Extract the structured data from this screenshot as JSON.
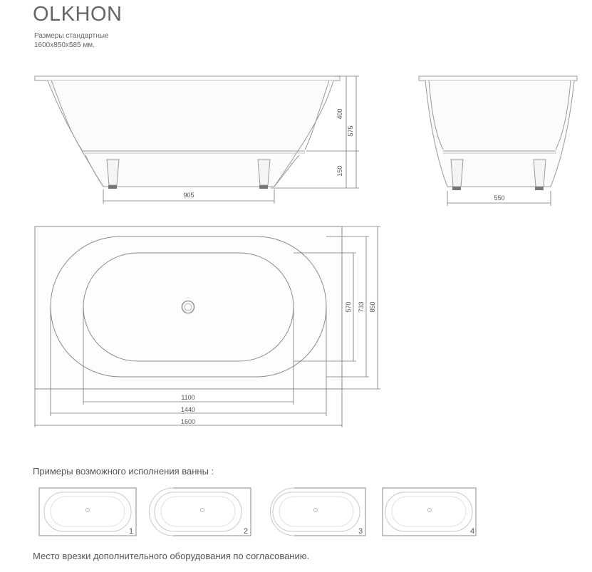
{
  "model": "OLKHON",
  "subtitle_line1": "Размеры стандартные",
  "subtitle_line2": "1600x850x585 мм.",
  "dimensions": {
    "side_height_inner": "400",
    "side_height_total": "575",
    "side_leg_height": "150",
    "side_leg_spacing": "905",
    "end_leg_spacing": "550",
    "plan_inner_width": "570",
    "plan_rim_width": "733",
    "plan_total_width": "850",
    "plan_inner_length": "1100",
    "plan_rim_length": "1440",
    "plan_total_length": "1600"
  },
  "examples_heading": "Примеры возможного исполнения ванны :",
  "variants": [
    {
      "number": "1"
    },
    {
      "number": "2"
    },
    {
      "number": "3"
    },
    {
      "number": "4"
    }
  ],
  "footer_note": "Место врезки дополнительного оборудования по согласованию."
}
